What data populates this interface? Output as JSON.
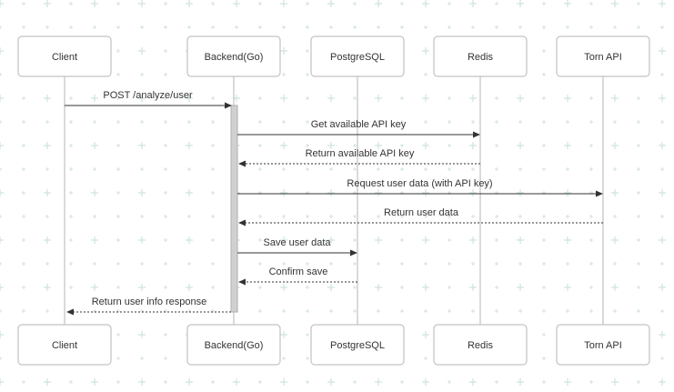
{
  "diagram": {
    "type": "sequence",
    "participants": [
      {
        "id": "client",
        "name": "Client"
      },
      {
        "id": "backend",
        "name": "Backend(Go)"
      },
      {
        "id": "postgres",
        "name": "PostgreSQL"
      },
      {
        "id": "redis",
        "name": "Redis"
      },
      {
        "id": "torn",
        "name": "Torn API"
      }
    ],
    "messages": [
      {
        "from": "client",
        "to": "backend",
        "label": "POST /analyze/user",
        "style": "solid"
      },
      {
        "from": "backend",
        "to": "redis",
        "label": "Get available API key",
        "style": "solid"
      },
      {
        "from": "redis",
        "to": "backend",
        "label": "Return available API key",
        "style": "dashed"
      },
      {
        "from": "backend",
        "to": "torn",
        "label": "Request user data (with API key)",
        "style": "solid"
      },
      {
        "from": "torn",
        "to": "backend",
        "label": "Return user data",
        "style": "dashed"
      },
      {
        "from": "backend",
        "to": "postgres",
        "label": "Save user data",
        "style": "solid"
      },
      {
        "from": "postgres",
        "to": "backend",
        "label": "Confirm save",
        "style": "dashed"
      },
      {
        "from": "backend",
        "to": "client",
        "label": "Return user info response",
        "style": "dashed"
      }
    ],
    "colors": {
      "background": "#ffffff",
      "grid_plus": "#cfe3df",
      "box_stroke": "#b5b5b5",
      "lifeline": "#b5b5b5",
      "arrow": "#333333",
      "activation_fill": "#d0d0d0",
      "activation_stroke": "#b0b0b0",
      "text": "#333333"
    }
  }
}
